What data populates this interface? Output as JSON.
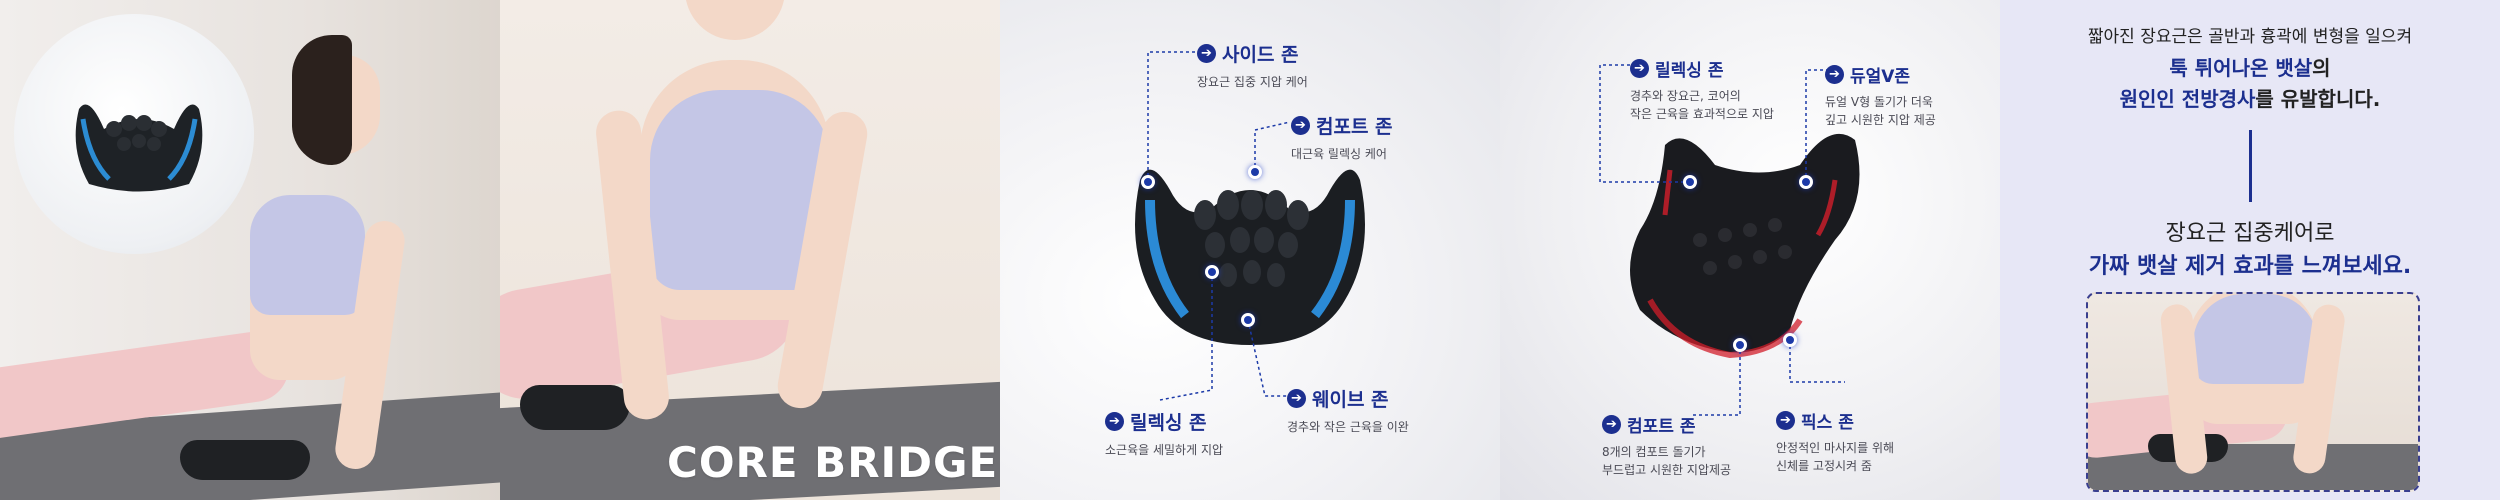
{
  "brand": {
    "name": "CORE BRIDGE"
  },
  "callouts_panel3": [
    {
      "title": "사이드 존",
      "desc": "장요근 집중 지압 케어"
    },
    {
      "title": "컴포트 존",
      "desc": "대근육 릴렉싱 케어"
    },
    {
      "title": "릴렉싱 존",
      "desc": "소근육을 세밀하게 지압"
    },
    {
      "title": "웨이브 존",
      "desc": "경추와 작은 근육을 이완"
    }
  ],
  "callouts_panel4": [
    {
      "title": "릴렉싱 존",
      "desc_lines": [
        "경추와 장요근, 코어의",
        "작은 근육을 효과적으로 지압"
      ]
    },
    {
      "title": "듀얼V존",
      "desc_lines": [
        "듀얼 V형 돌기가 더욱",
        "깊고 시원한 지압 제공"
      ]
    },
    {
      "title": "컴포트 존",
      "desc_lines": [
        "8개의 컴포트 돌기가",
        "부드럽고 시원한 지압제공"
      ]
    },
    {
      "title": "픽스 존",
      "desc_lines": [
        "안정적인 마사지를 위해",
        "신체를 고정시켜 줌"
      ]
    }
  ],
  "panel5": {
    "line1": "짧아진 장요근은 골반과 흉곽에 변형을 일으켜",
    "line2_hl": "툭 튀어나온 뱃살",
    "line2_rest": "의",
    "line3_hl": "원인인 전방경사",
    "line3_rest": "를 유발합니다.",
    "line4": "장요근 집중케어로",
    "line5_hl": "가짜 뱃살 제거 효과",
    "line5_rest": "를 느껴보세요."
  },
  "icons": {
    "callout": "arrow-circle-icon"
  },
  "colors": {
    "accent": "#1c2f8f",
    "dot": "#1c3aa8",
    "p5_bg": "#e7e7f6"
  }
}
